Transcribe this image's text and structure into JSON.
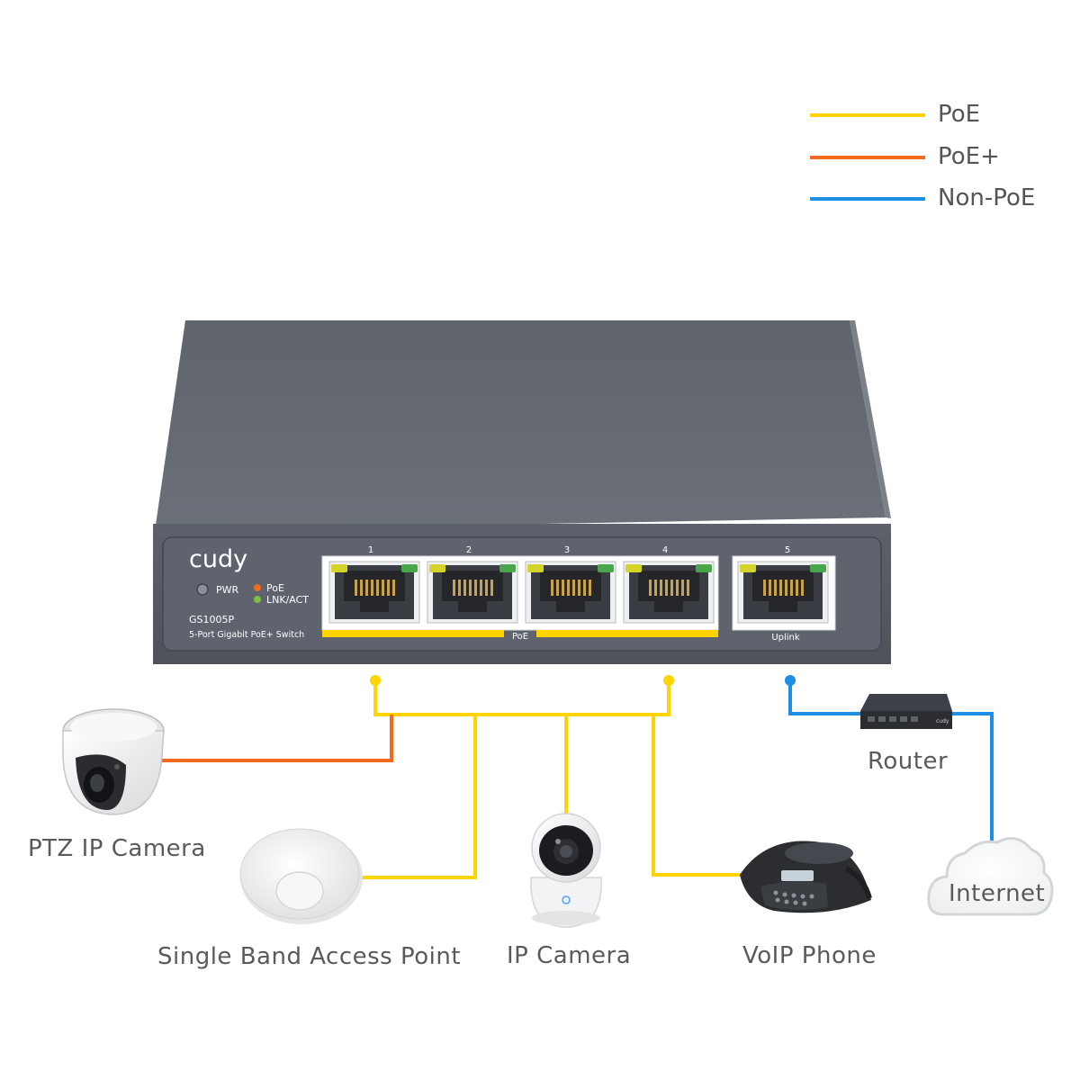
{
  "legend": [
    {
      "label": "PoE",
      "color": "#FFD400"
    },
    {
      "label": "PoE+",
      "color": "#F26B1D"
    },
    {
      "label": "Non-PoE",
      "color": "#1F8FE5"
    }
  ],
  "switch": {
    "brand": "cudy",
    "model": "GS1005P",
    "description": "5-Port Gigabit PoE+ Switch",
    "led_labels": {
      "pwr": "PWR",
      "poe": "PoE",
      "lnk": "LNK/ACT"
    },
    "port_numbers": [
      "1",
      "2",
      "3",
      "4",
      "5"
    ],
    "poe_group_label": "PoE",
    "uplink_label": "Uplink"
  },
  "devices": {
    "ptz_camera": "PTZ IP Camera",
    "access_point": "Single Band Access Point",
    "ip_camera": "IP Camera",
    "voip_phone": "VoIP Phone",
    "router": "Router",
    "internet": "Internet"
  },
  "colors": {
    "poe": "#FFD400",
    "poe_plus": "#F26B1D",
    "non_poe": "#1F8FE5",
    "switch_body": "#5a5f6a"
  }
}
